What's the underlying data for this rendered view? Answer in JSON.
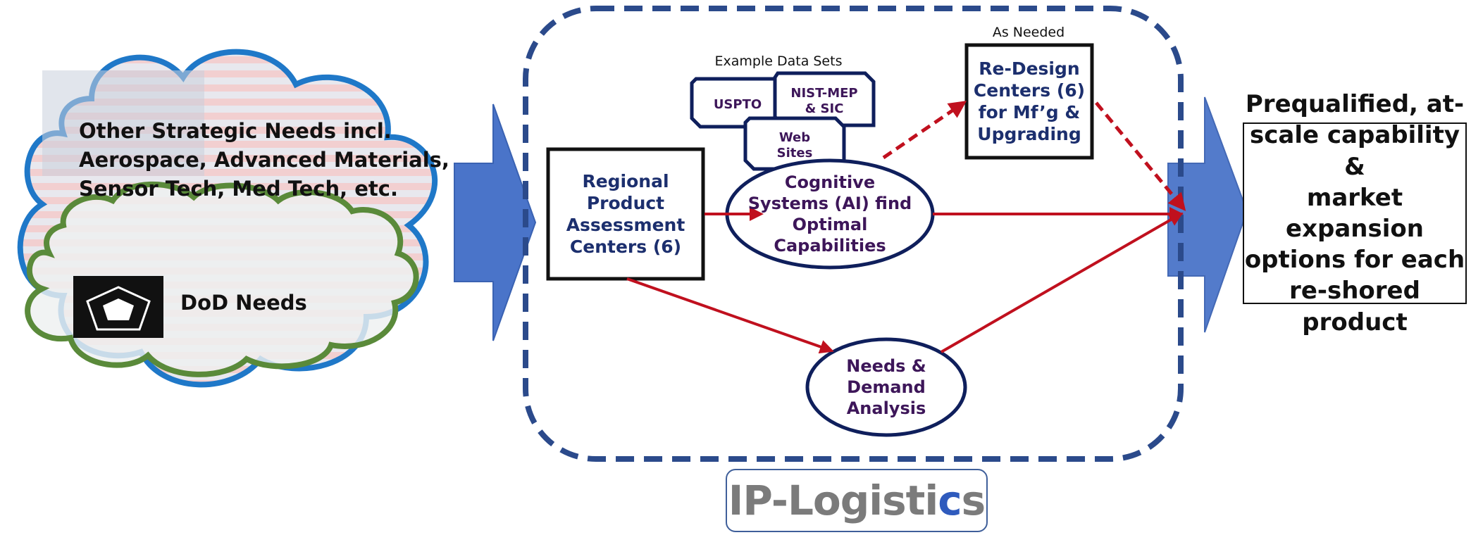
{
  "left_panel": {
    "strategic_needs": "Other Strategic Needs incl.\nAerospace, Advanced Materials,\nSensor Tech, Med Tech, etc.",
    "dod_needs": "DoD Needs"
  },
  "process": {
    "example_data_sets_label": "Example Data Sets",
    "data_sets": [
      "USPTO",
      "NIST-MEP\n& SIC",
      "Web\nSites"
    ],
    "as_needed_label": "As Needed",
    "redesign_centers": "Re-Design\nCenters (6)\nfor Mf’g &\nUpgrading",
    "regional_centers": "Regional\nProduct\nAssessment\nCenters (6)",
    "cognitive_systems": "Cognitive\nSystems (AI) find\nOptimal\nCapabilities",
    "needs_demand": "Needs &\nDemand\nAnalysis"
  },
  "result": "Prequalified, at-\nscale capability &\nmarket expansion\noptions for each\nre-shored product",
  "brand": {
    "prefix": "IP-Logisti",
    "accent": "c",
    "suffix": "s"
  },
  "colors": {
    "cloud_outline": "#1f78c8",
    "inner_cloud_outline": "#5a8a3a",
    "big_arrow": "#4a74c9",
    "dashed_frame": "#2b4a8b",
    "flow_arrow": "#c0101e",
    "node_outline": "#0f1f5c"
  }
}
